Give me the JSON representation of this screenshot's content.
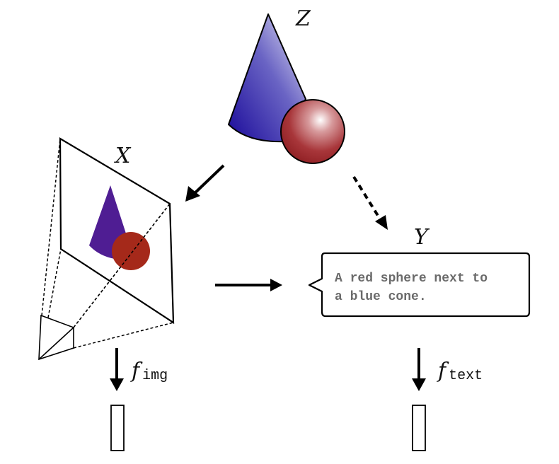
{
  "labels": {
    "latent": "Z",
    "image": "X",
    "text": "Y"
  },
  "caption": {
    "line1": "A red sphere next to",
    "line2": "a blue cone."
  },
  "encoders": {
    "image": {
      "f": "f",
      "subscript": "img"
    },
    "text": {
      "f": "f",
      "subscript": "text"
    }
  },
  "colors": {
    "cone_light": "#e6e4f4",
    "cone_dark": "#1a0a9a",
    "sphere_light": "#f5e6e6",
    "sphere_dark": "#9a2024",
    "image_cone": "#4f1d93",
    "image_sphere": "#a5291a",
    "caption_text": "#6a6a6a"
  }
}
